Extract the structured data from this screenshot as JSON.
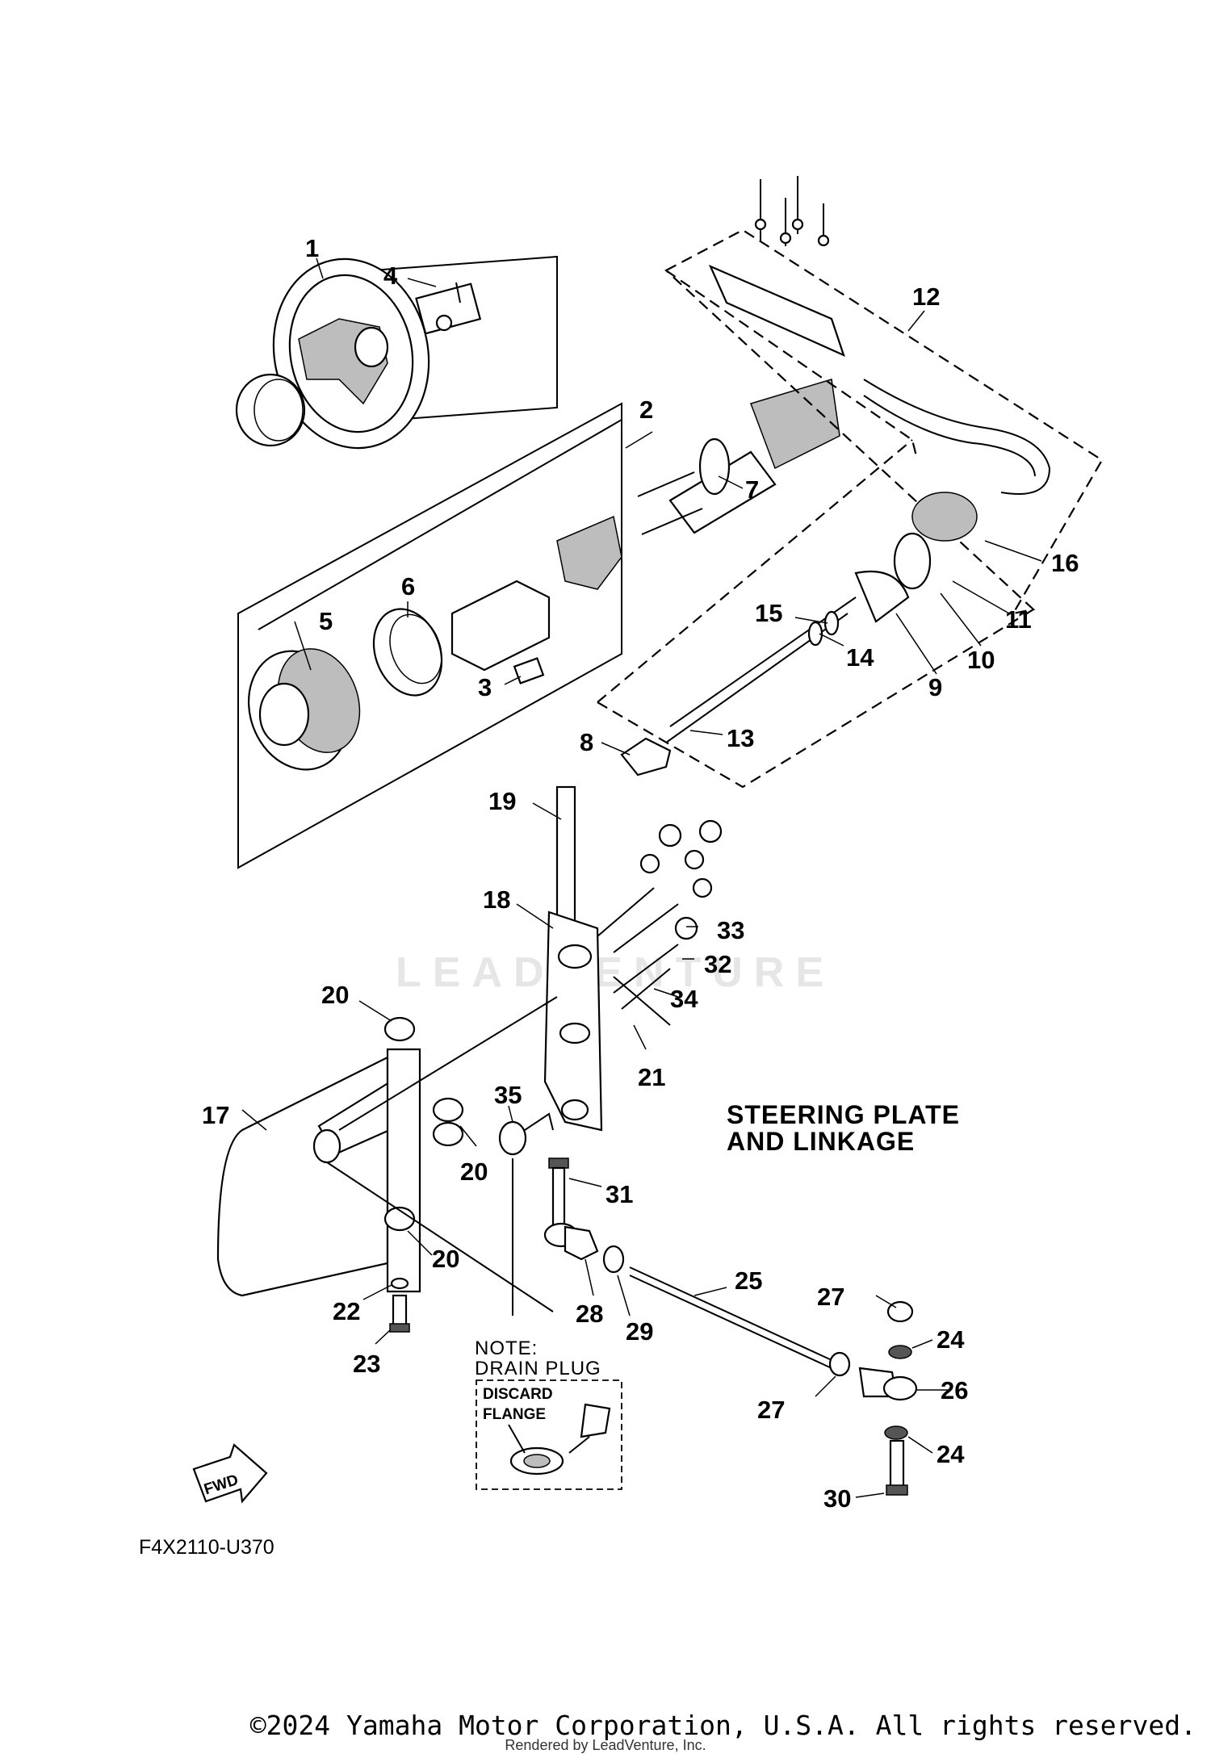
{
  "title_line1": "STEERING PLATE",
  "title_line2": "AND LINKAGE",
  "note_line1": "NOTE:",
  "note_line2": "DRAIN PLUG",
  "note_box_line1": "DISCARD",
  "note_box_line2": "FLANGE",
  "fwd_label": "FWD",
  "diagram_code": "F4X2110-U370",
  "watermark": "LEADVENTURE",
  "copyright": "©2024 Yamaha Motor Corporation, U.S.A. All rights reserved.",
  "rendered_by": "Rendered by LeadVenture, Inc.",
  "callouts": [
    {
      "id": "c1",
      "label": "1"
    },
    {
      "id": "c2",
      "label": "2"
    },
    {
      "id": "c3",
      "label": "3"
    },
    {
      "id": "c4",
      "label": "4"
    },
    {
      "id": "c5",
      "label": "5"
    },
    {
      "id": "c6",
      "label": "6"
    },
    {
      "id": "c7",
      "label": "7"
    },
    {
      "id": "c8",
      "label": "8"
    },
    {
      "id": "c9",
      "label": "9"
    },
    {
      "id": "c10",
      "label": "10"
    },
    {
      "id": "c11",
      "label": "11"
    },
    {
      "id": "c12",
      "label": "12"
    },
    {
      "id": "c13",
      "label": "13"
    },
    {
      "id": "c14",
      "label": "14"
    },
    {
      "id": "c15",
      "label": "15"
    },
    {
      "id": "c16",
      "label": "16"
    },
    {
      "id": "c17",
      "label": "17"
    },
    {
      "id": "c18",
      "label": "18"
    },
    {
      "id": "c19",
      "label": "19"
    },
    {
      "id": "c20a",
      "label": "20"
    },
    {
      "id": "c20b",
      "label": "20"
    },
    {
      "id": "c20c",
      "label": "20"
    },
    {
      "id": "c21",
      "label": "21"
    },
    {
      "id": "c22",
      "label": "22"
    },
    {
      "id": "c23",
      "label": "23"
    },
    {
      "id": "c24a",
      "label": "24"
    },
    {
      "id": "c24b",
      "label": "24"
    },
    {
      "id": "c25",
      "label": "25"
    },
    {
      "id": "c26",
      "label": "26"
    },
    {
      "id": "c27a",
      "label": "27"
    },
    {
      "id": "c27b",
      "label": "27"
    },
    {
      "id": "c28",
      "label": "28"
    },
    {
      "id": "c29",
      "label": "29"
    },
    {
      "id": "c30",
      "label": "30"
    },
    {
      "id": "c31",
      "label": "31"
    },
    {
      "id": "c32",
      "label": "32"
    },
    {
      "id": "c33",
      "label": "33"
    },
    {
      "id": "c34",
      "label": "34"
    },
    {
      "id": "c35",
      "label": "35"
    }
  ]
}
